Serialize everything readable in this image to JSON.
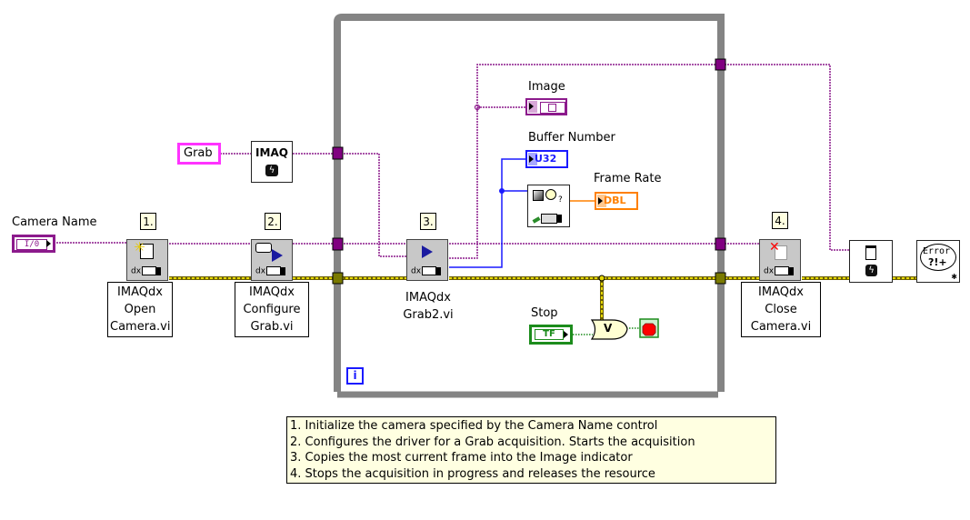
{
  "diagram": {
    "type": "LabVIEW block diagram",
    "loop": {
      "kind": "while-loop",
      "iteration_terminal": "i"
    },
    "controls": {
      "camera_name": {
        "label": "Camera Name",
        "type_tag": "I/0"
      },
      "grab_constant": {
        "value": "Grab"
      },
      "stop": {
        "label": "Stop",
        "type_tag": "TF"
      }
    },
    "indicators": {
      "image": {
        "label": "Image"
      },
      "buffer_number": {
        "label": "Buffer Number",
        "type_tag": "U32"
      },
      "frame_rate": {
        "label": "Frame Rate",
        "type_tag": "DBL"
      }
    },
    "step_tags": [
      "1.",
      "2.",
      "3.",
      "4."
    ],
    "vis": [
      {
        "caption_lines": [
          "IMAQdx",
          "Open",
          "Camera.vi"
        ]
      },
      {
        "caption_lines": [
          "IMAQdx",
          "Configure",
          "Grab.vi"
        ]
      },
      {
        "caption_lines": [
          "IMAQdx",
          "Grab2.vi"
        ]
      },
      {
        "caption_lines": [
          "IMAQdx",
          "Close",
          "Camera.vi"
        ]
      }
    ],
    "imaq_create_label": "IMAQ",
    "error_handler": {
      "line1": "Error",
      "line2": "?!+"
    },
    "or_gate_label": "V",
    "comment_lines": [
      "1. Initialize the camera specified by the Camera Name control",
      "2. Configures the driver for a Grab acquisition. Starts the acquisition",
      "3. Copies the most current frame into the Image indicator",
      "4. Stops the acquisition in progress and releases the resource"
    ],
    "colors": {
      "imaq_wire": "#8c1a8c",
      "error_wire": "#c8b400",
      "u32_wire": "#1a1aff",
      "dbl_wire": "#ff8000",
      "bool_wire": "#1c8c1c",
      "loop_border": "#848484",
      "comment_bg": "#ffffe1"
    }
  }
}
